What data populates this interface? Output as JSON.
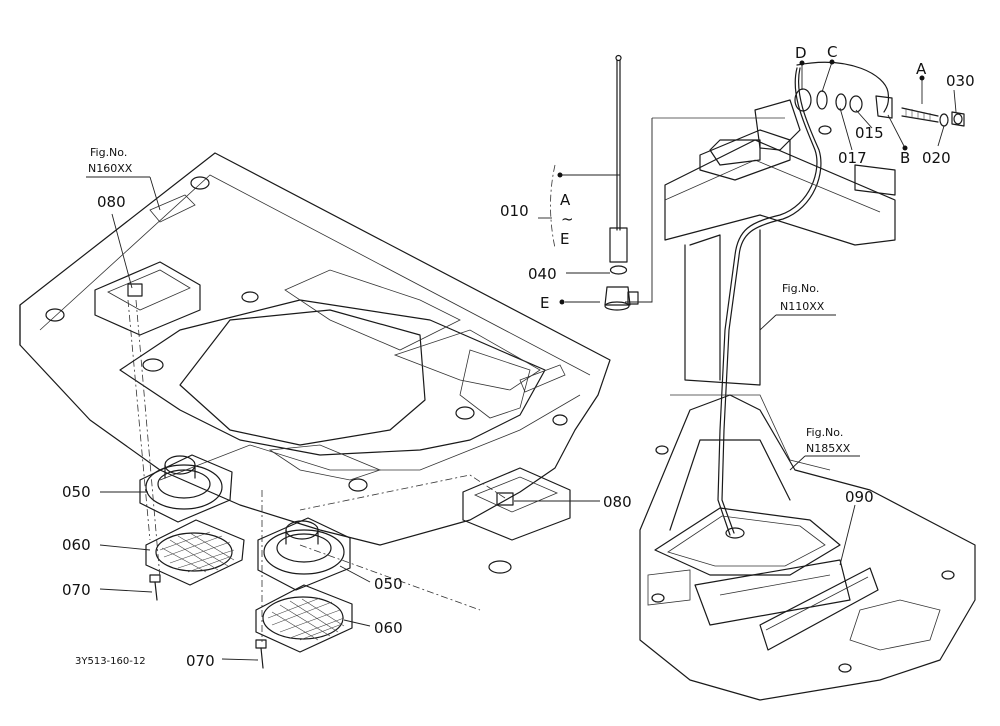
{
  "figure_code": "3Y513-160-12",
  "fig_refs": {
    "roof": {
      "title": "Fig.No.",
      "number": "N160XX"
    },
    "pillar": {
      "title": "Fig.No.",
      "number": "N110XX"
    },
    "console": {
      "title": "Fig.No.",
      "number": "N185XX"
    }
  },
  "labels": {
    "p010": "010",
    "p015": "015",
    "p017": "017",
    "p020": "020",
    "p030": "030",
    "p040": "040",
    "p050a": "050",
    "p050b": "050",
    "p060a": "060",
    "p060b": "060",
    "p070a": "070",
    "p070b": "070",
    "p080a": "080",
    "p080b": "080",
    "p090": "090",
    "ref_a_top": "A",
    "ref_b": "B",
    "ref_c": "C",
    "ref_d": "D",
    "ref_e": "E",
    "range_start": "A",
    "range_tilde": "~",
    "range_end": "E"
  }
}
